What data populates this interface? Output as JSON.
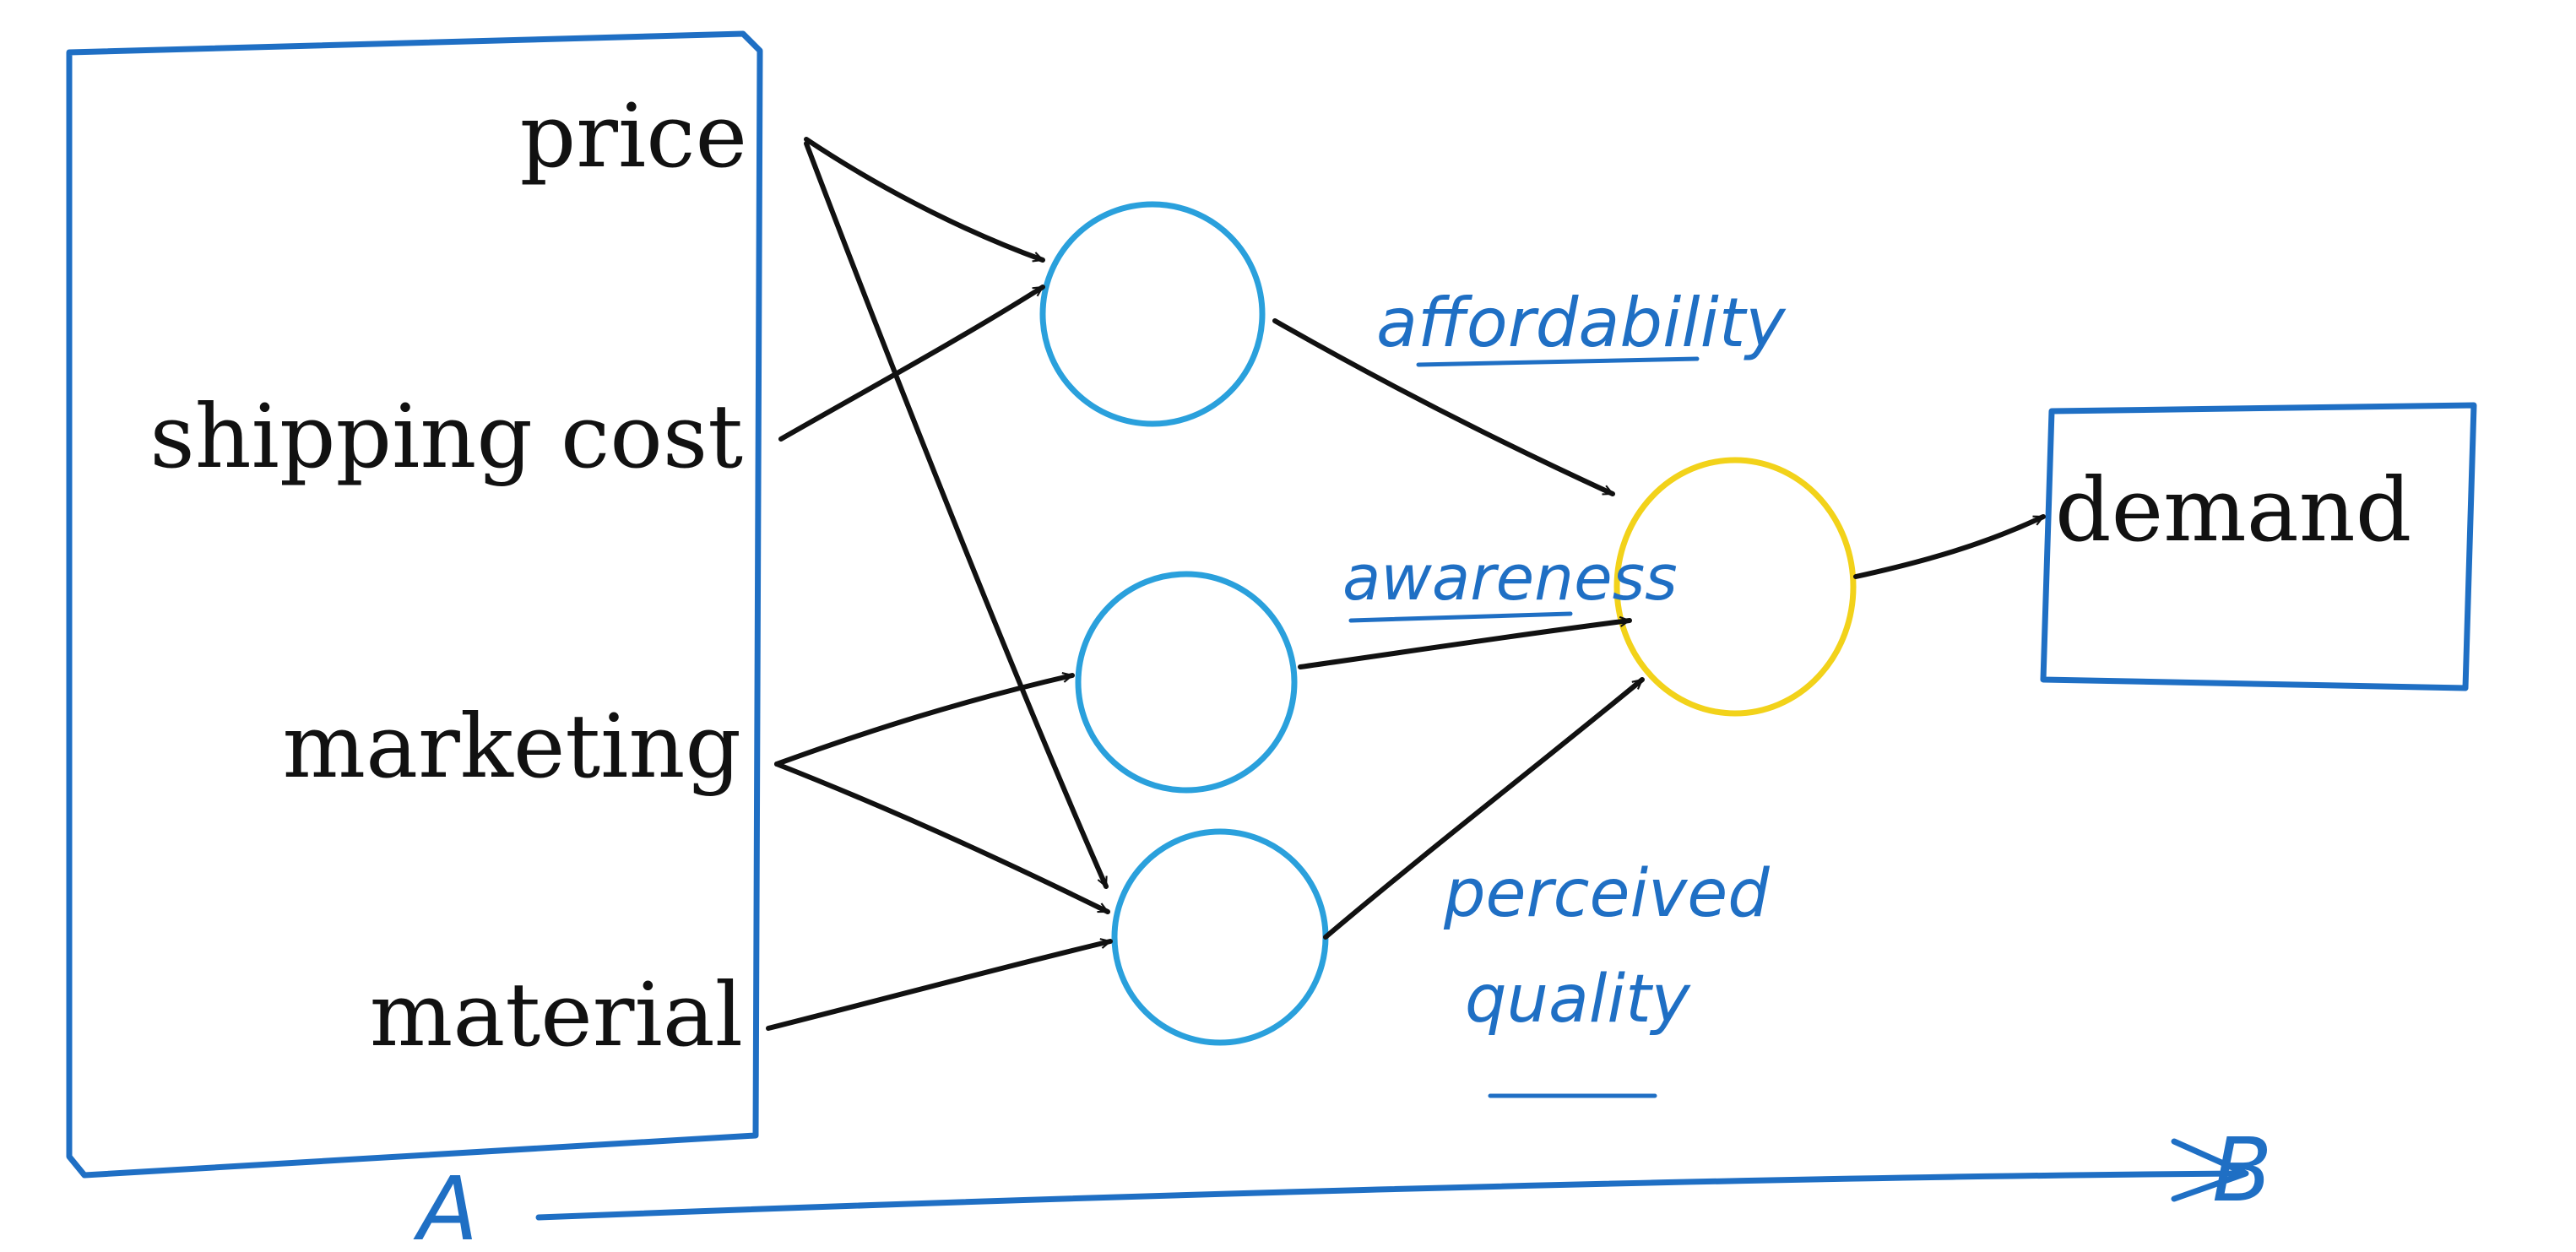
{
  "inputs": {
    "price": "price",
    "shipping_cost": "shipping cost",
    "marketing": "marketing",
    "material": "material"
  },
  "hidden": {
    "affordability": "affordability",
    "awareness": "awareness",
    "perceived": "perceived",
    "quality": "quality"
  },
  "output": {
    "demand": "demand"
  },
  "mapping": {
    "a": "A",
    "b": "B"
  },
  "colors": {
    "ink_blue": "#1f6fc4",
    "node_blue": "#2aa0dc",
    "node_yellow": "#f2d21a",
    "ink_black": "#111111"
  }
}
